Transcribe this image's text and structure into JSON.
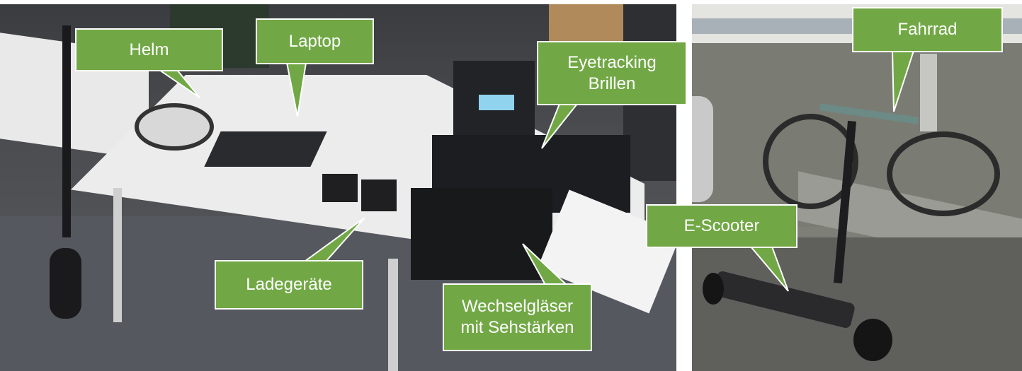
{
  "callouts": {
    "helm": "Helm",
    "laptop": "Laptop",
    "eyetracking_line1": "Eyetracking",
    "eyetracking_line2": "Brillen",
    "ladegeraete": "Ladegeräte",
    "wechsel_line1": "Wechselgläser",
    "wechsel_line2": "mit Sehstärken",
    "escooter": "E-Scooter",
    "fahrrad": "Fahrrad"
  },
  "colors": {
    "callout_fill": "#71a845",
    "callout_border": "#ffffff",
    "callout_text": "#ffffff"
  }
}
